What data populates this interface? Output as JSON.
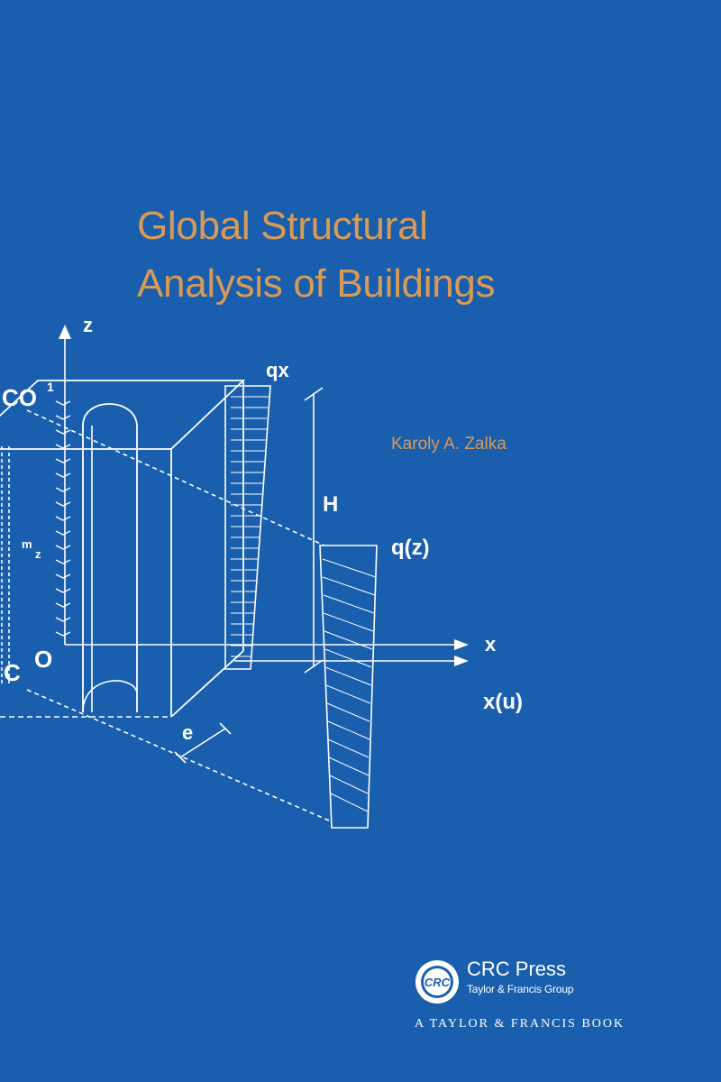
{
  "cover": {
    "title_line_1": "Global Structural",
    "title_line_2": "Analysis of Buildings",
    "author": "Karoly A. Zalka",
    "colors": {
      "background": "#1a5fae",
      "title": "#d89a55",
      "lines": "#ffffff"
    }
  },
  "diagram": {
    "labels": {
      "z": "z",
      "qx": "qx",
      "co1": "CO",
      "co1_sup": "1",
      "h": "H",
      "qz": "q(z)",
      "mz_m": "m",
      "mz_z": "z",
      "x": "x",
      "xu": "x(u)",
      "c": "C",
      "o": "O",
      "e": "e"
    }
  },
  "publisher": {
    "logo_text": "CRC",
    "name": "CRC Press",
    "group": "Taylor & Francis Group",
    "tagline": "A TAYLOR & FRANCIS BOOK"
  }
}
